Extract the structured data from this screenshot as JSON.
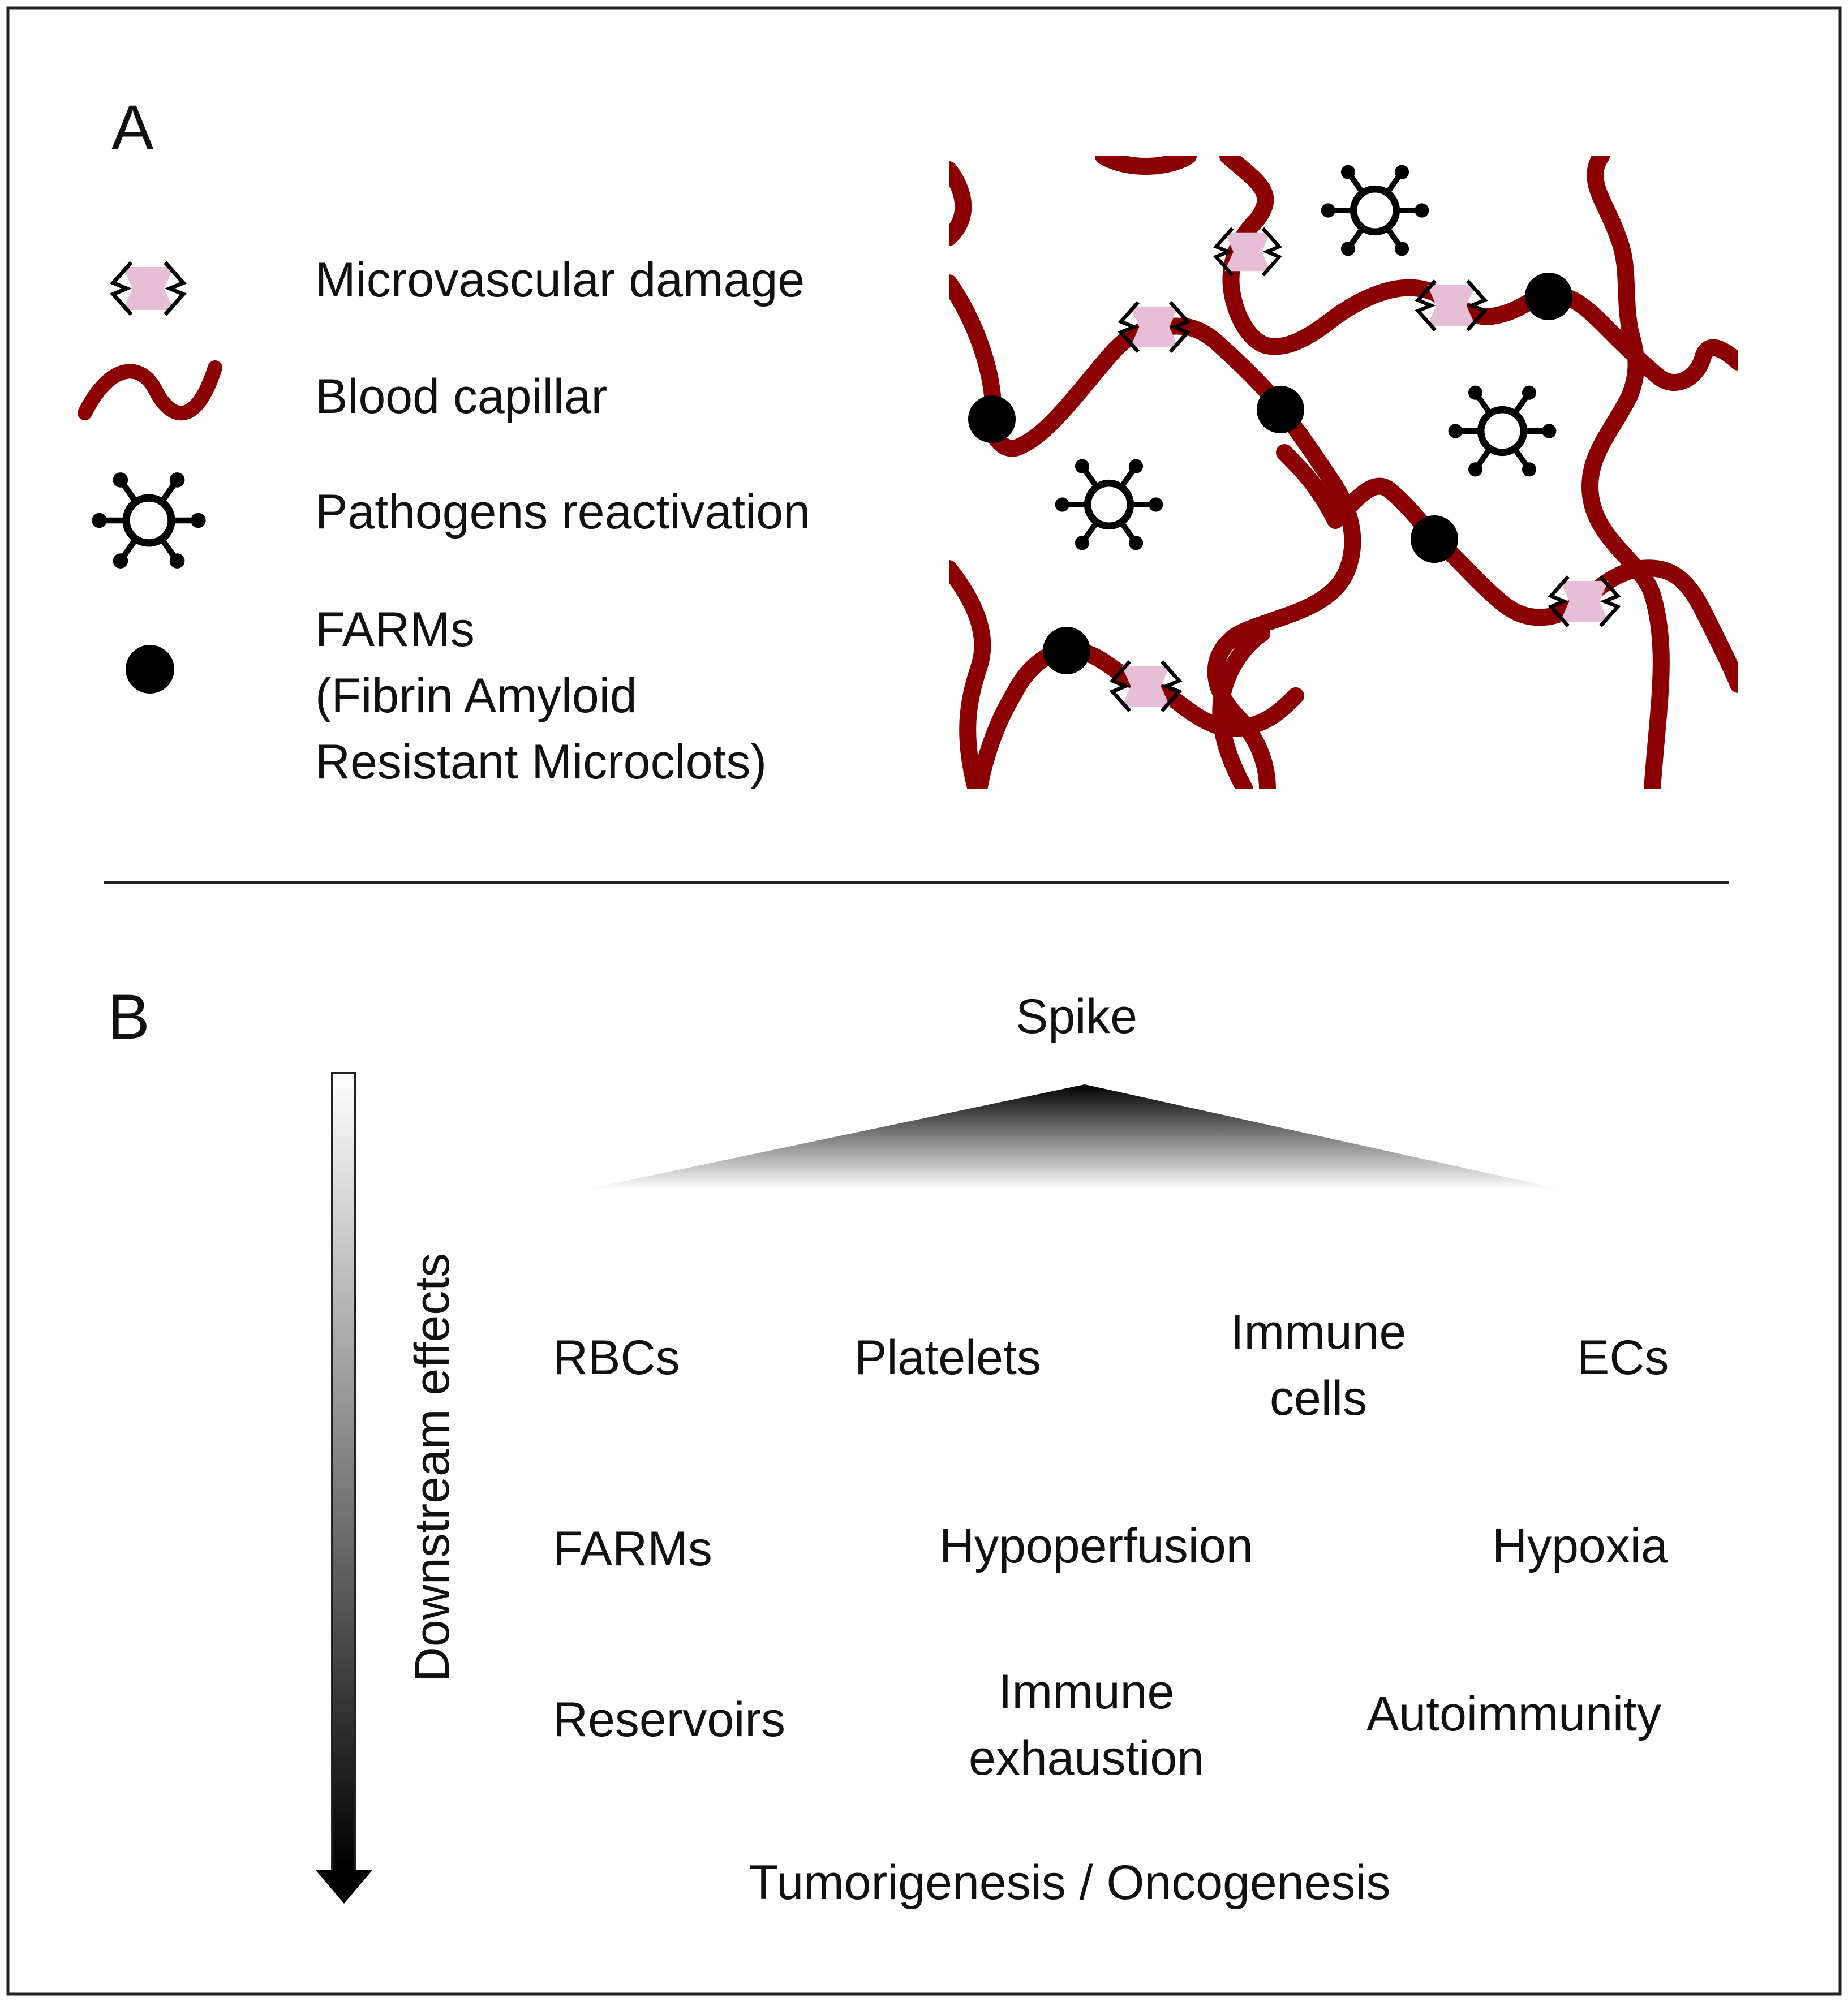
{
  "panel_a": {
    "letter": "A",
    "legend": [
      {
        "label": "Microvascular damage",
        "icon": "damage-icon"
      },
      {
        "label": "Blood capillar",
        "icon": "capillary-icon"
      },
      {
        "label": "Pathogens reactivation",
        "icon": "pathogen-icon"
      },
      {
        "label_lines": [
          "FARMs",
          "(Fibrin Amyloid",
          "Resistant Microclots)"
        ],
        "icon": "microclot-icon"
      }
    ]
  },
  "panel_b": {
    "letter": "B",
    "source": "Spike",
    "axis_label": "Downstream effects",
    "row1": {
      "rbcs": "RBCs",
      "platelets": "Platelets",
      "immune_cells": [
        "Immune",
        "cells"
      ],
      "ecs": "ECs"
    },
    "row2": {
      "farms": "FARMs",
      "hypoperfusion": "Hypoperfusion",
      "hypoxia": "Hypoxia"
    },
    "row3": {
      "reservoirs": "Reservoirs",
      "immune_exhaustion": [
        "Immune",
        "exhaustion"
      ],
      "autoimmunity": "Autoimmunity"
    },
    "row4": {
      "tumorigenesis": "Tumorigenesis / Oncogenesis"
    }
  },
  "colors": {
    "capillary": "#8b0000",
    "damage_fill": "#e6bfd6",
    "frame": "#222222"
  }
}
